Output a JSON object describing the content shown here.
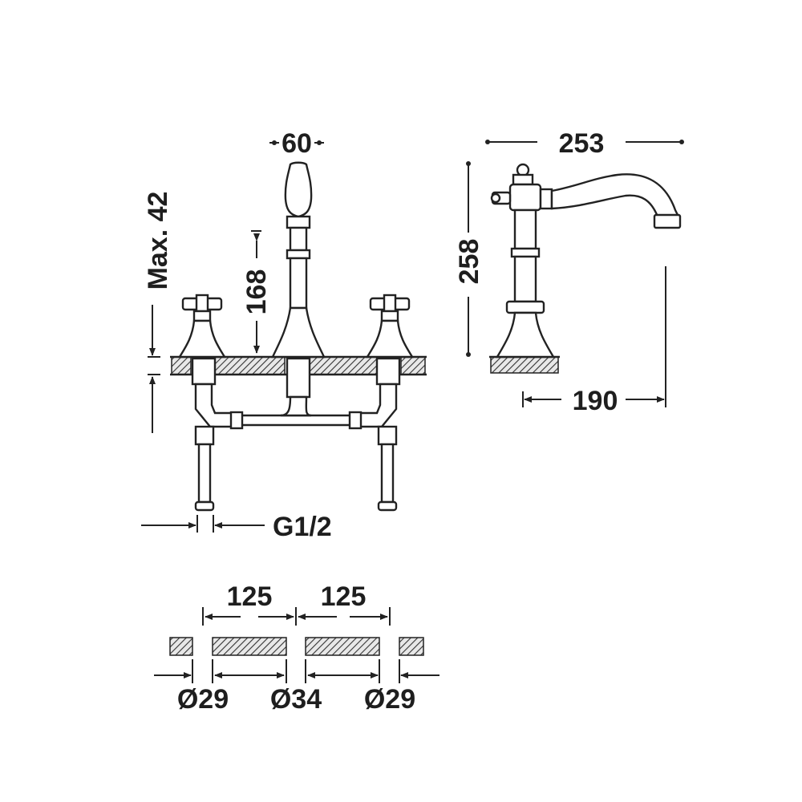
{
  "front_view": {
    "dim_top": "60",
    "dim_height": "168",
    "dim_deck": "Max. 42",
    "dim_inlet": "G1/2"
  },
  "side_view": {
    "dim_width": "253",
    "dim_height": "258",
    "dim_reach": "190"
  },
  "hole_plan": {
    "spacing_left": "125",
    "spacing_right": "125",
    "hole_left": "Ø29",
    "hole_center": "Ø34",
    "hole_right": "Ø29"
  }
}
